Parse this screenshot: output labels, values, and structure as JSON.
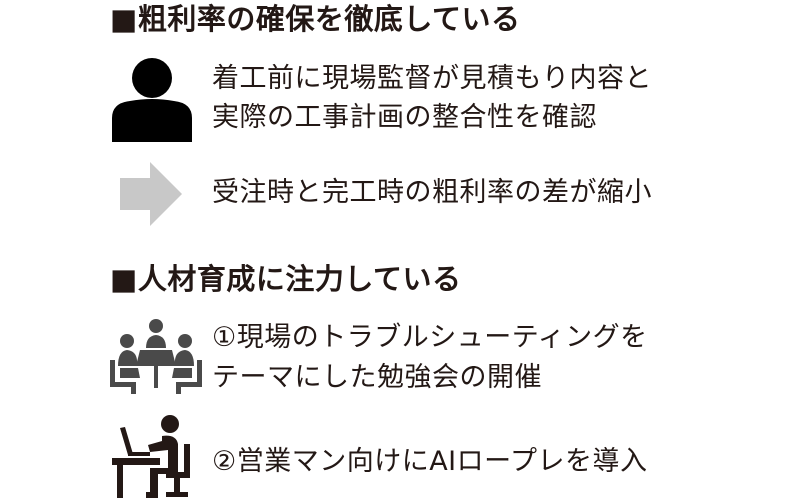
{
  "sections": [
    {
      "heading": "■粗利率の確保を徹底している",
      "items": [
        {
          "icon": "person-icon",
          "lines": [
            "着工前に現場監督が見積もり内容と",
            "実際の工事計画の整合性を確認"
          ]
        },
        {
          "icon": "arrow-right-icon",
          "lines": [
            "受注時と完工時の粗利率の差が縮小"
          ]
        }
      ]
    },
    {
      "heading": "■人材育成に注力している",
      "items": [
        {
          "icon": "meeting-icon",
          "lines": [
            "①現場のトラブルシューティングを",
            "テーマにした勉強会の開催"
          ]
        },
        {
          "icon": "desk-worker-icon",
          "lines": [
            "②営業マン向けにAIロープレを導入"
          ]
        }
      ]
    }
  ],
  "colors": {
    "text": "#231815",
    "person_icon": "#000000",
    "arrow_icon": "#c8c8c8",
    "meeting_icon": "#4a4a4a",
    "desk_icon": "#231815"
  }
}
